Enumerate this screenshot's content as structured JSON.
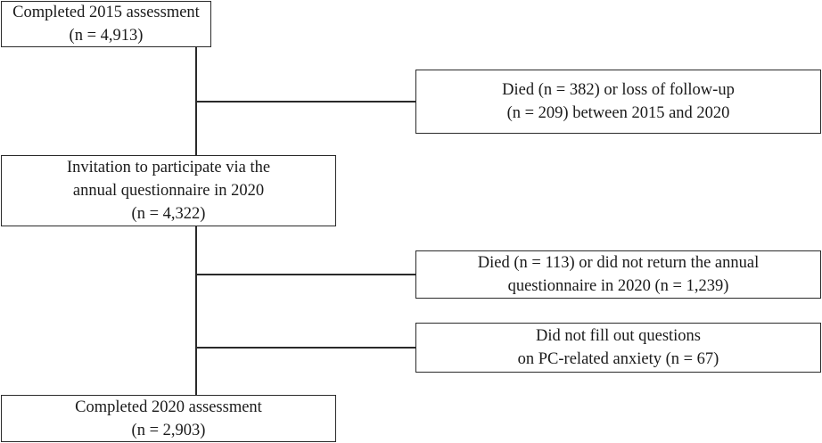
{
  "flowchart": {
    "boxes": {
      "completed_2015": {
        "line1": "Completed 2015 assessment",
        "line2": "(n = 4,913)"
      },
      "exclusion_1": {
        "line1": "Died (n = 382) or loss of follow-up",
        "line2": "(n = 209) between 2015 and 2020"
      },
      "invitation_2020": {
        "line1": "Invitation to participate via the",
        "line2": "annual questionnaire in 2020",
        "line3": "(n = 4,322)"
      },
      "exclusion_2": {
        "line1": "Died (n = 113) or did not return the annual",
        "line2": "questionnaire in 2020 (n = 1,239)"
      },
      "exclusion_3": {
        "line1": "Did not fill out questions",
        "line2": "on PC-related anxiety (n = 67)"
      },
      "completed_2020": {
        "line1": "Completed 2020 assessment",
        "line2": "(n = 2,903)"
      }
    }
  }
}
